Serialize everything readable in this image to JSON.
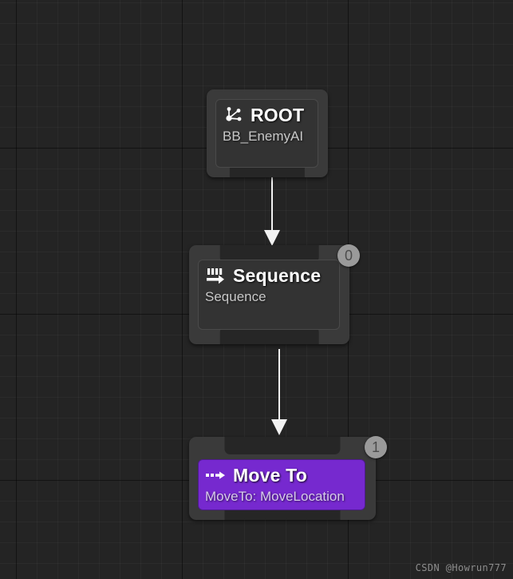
{
  "canvas": {
    "background_color": "#242424",
    "grid_minor_color": "#2a2a2a",
    "grid_major_color": "#171717"
  },
  "watermark": {
    "text": "CSDN  @Howrun777"
  },
  "nodes": [
    {
      "id": "root",
      "icon": "tree-graph-icon",
      "title": "ROOT",
      "subtitle": "BB_EnemyAI",
      "accent_color": "#333333",
      "badge": null,
      "has_top_pin": false,
      "has_bottom_pin": true
    },
    {
      "id": "sequence",
      "icon": "sequence-arrow-icon",
      "title": "Sequence",
      "subtitle": "Sequence",
      "accent_color": "#333333",
      "badge": "0",
      "has_top_pin": true,
      "has_bottom_pin": true
    },
    {
      "id": "move-to",
      "icon": "move-to-arrow-icon",
      "title": "Move To",
      "subtitle": "MoveTo: MoveLocation",
      "accent_color": "#7629cf",
      "badge": "1",
      "has_top_pin": true,
      "has_bottom_pin": true
    }
  ],
  "connectors": [
    {
      "id": "root-to-sequence",
      "from": "root",
      "to": "sequence"
    },
    {
      "id": "sequence-to-move-to",
      "from": "sequence",
      "to": "move-to"
    }
  ]
}
